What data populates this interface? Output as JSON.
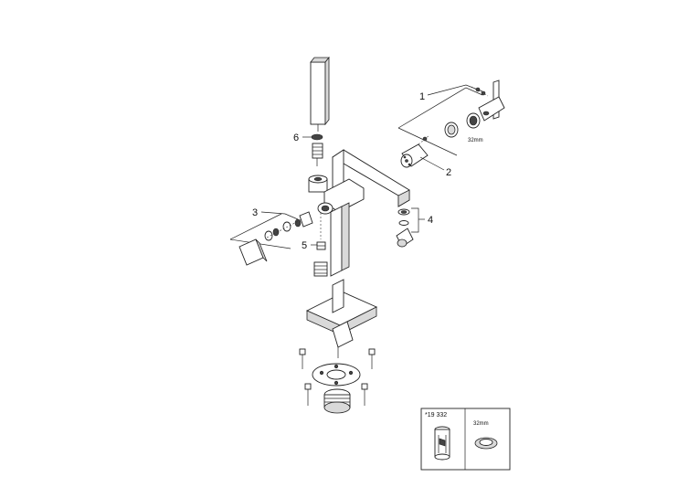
{
  "callouts": {
    "c1": "1",
    "c2": "2",
    "c3": "3",
    "c4": "4",
    "c5": "5",
    "c6": "6"
  },
  "dimension_label": "32mm",
  "accessory_box": {
    "part_number": "*19 332",
    "seal_label": "32mm"
  }
}
